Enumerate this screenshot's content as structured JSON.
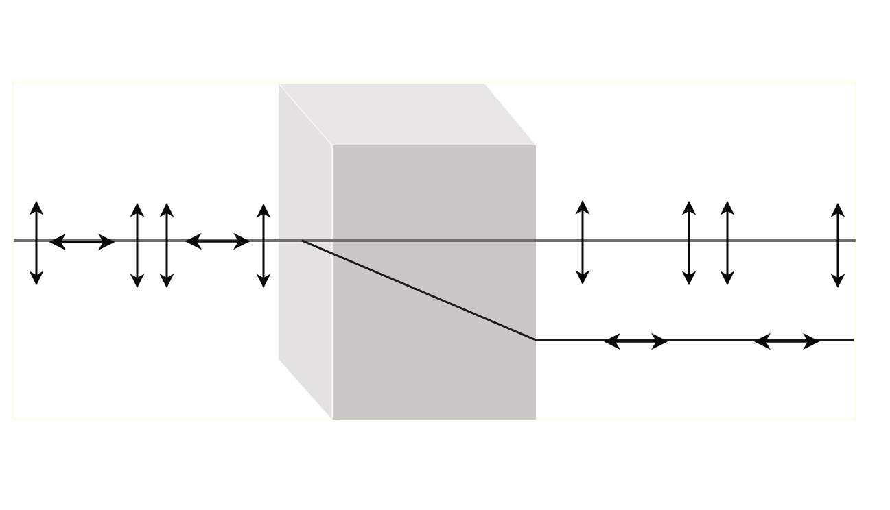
{
  "diagram": {
    "type": "birefringence",
    "colors": {
      "background": "#ffffff",
      "frame": "#fffbe0",
      "ray": "#6e6e6e",
      "ray_dark": "#1a1a1a",
      "arrow": "#0a0a0a",
      "crystal_front": "#cbc7c8",
      "crystal_side": "#e3e1e2",
      "crystal_top": "#e8e6e7",
      "crystal_edge": "#f4f3f3"
    },
    "rays": [
      {
        "name": "incident-ray"
      },
      {
        "name": "ordinary-ray"
      },
      {
        "name": "extraordinary-ray"
      }
    ],
    "polarization_arrows": {
      "incident": [
        "vertical",
        "horizontal",
        "vertical",
        "vertical",
        "horizontal",
        "vertical"
      ],
      "ordinary": [
        "vertical",
        "vertical",
        "vertical",
        "vertical"
      ],
      "extraordinary": [
        "horizontal",
        "horizontal"
      ]
    }
  }
}
